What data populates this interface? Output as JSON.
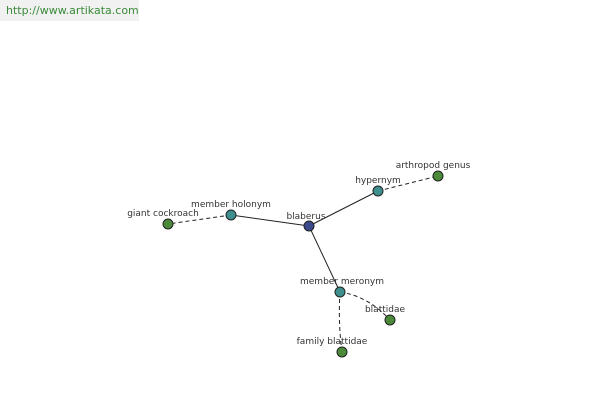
{
  "banner": {
    "url": "http://www.artikata.com"
  },
  "colors": {
    "center": "#3b4a8c",
    "relation": "#3f8f8f",
    "leaf": "#4a8a3a",
    "stroke": "#222222"
  },
  "nodes": {
    "blaberus": "blaberus",
    "hypernym": "hypernym",
    "arthropod_genus": "arthropod genus",
    "member_holonym": "member holonym",
    "giant_cockroach": "giant cockroach",
    "member_meronym": "member meronym",
    "blattidae": "blattidae",
    "family_blattidae": "family blattidae"
  }
}
